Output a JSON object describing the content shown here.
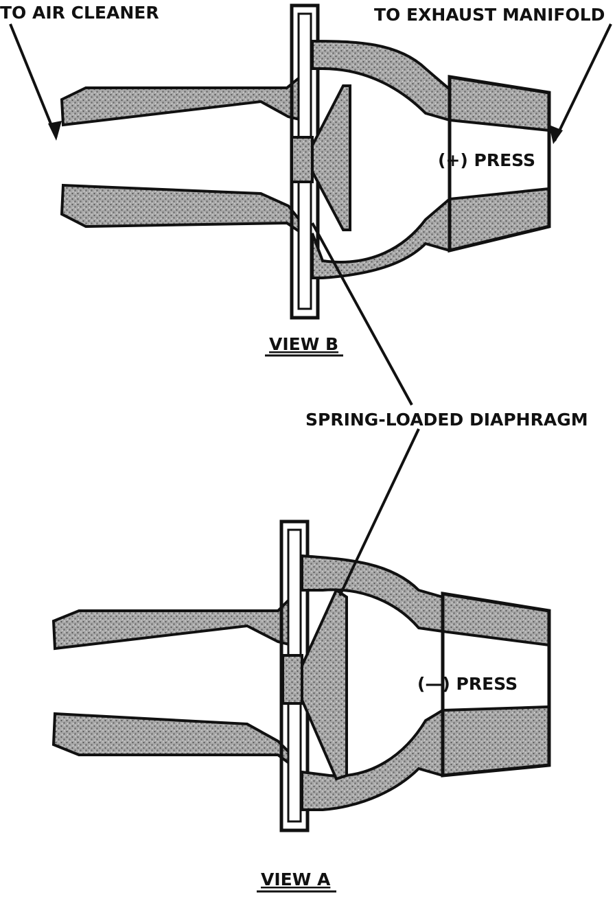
{
  "colors": {
    "ink": "#111111",
    "paper": "#ffffff",
    "fill": "#9a9a9a"
  },
  "labels": {
    "air_cleaner": "TO AIR CLEANER",
    "exhaust_manifold": "TO EXHAUST MANIFOLD",
    "pos_press": "(+) PRESS",
    "neg_press": "(—) PRESS",
    "diaphragm": "SPRING-LOADED DIAPHRAGM",
    "view_b": "VIEW B",
    "view_a": "VIEW A"
  }
}
